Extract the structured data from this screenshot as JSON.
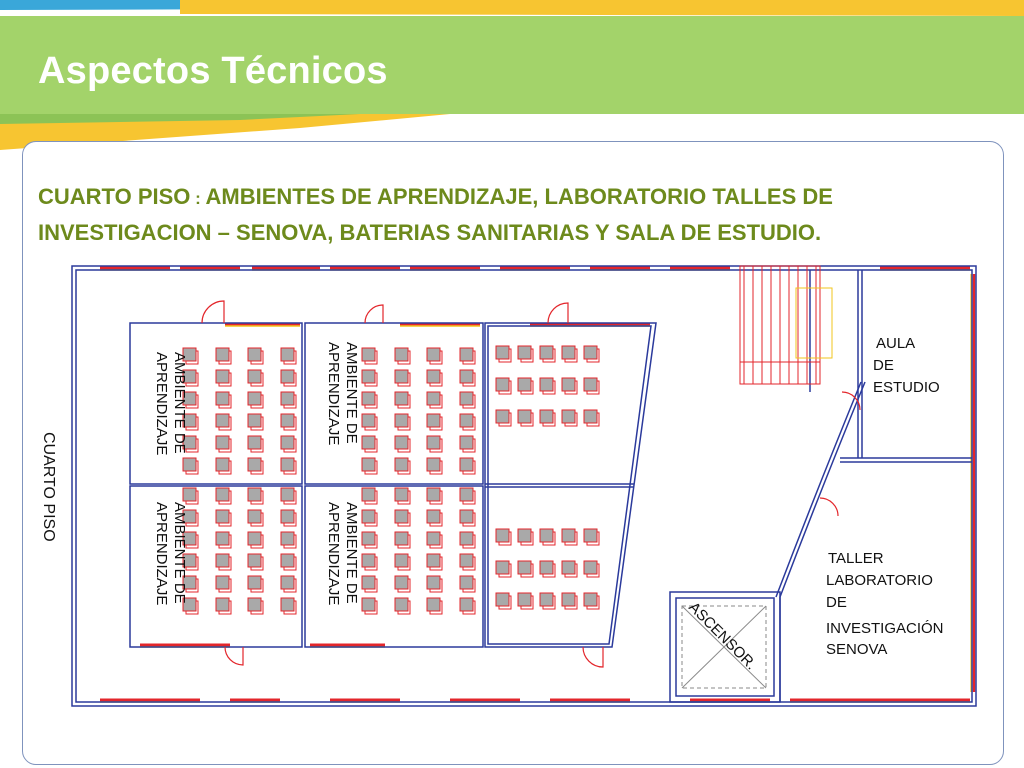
{
  "slide": {
    "title": "Aspectos Técnicos",
    "subtitle_lead": "CUARTO PISO",
    "subtitle_sep": " : ",
    "subtitle_rest": "AMBIENTES DE APRENDIZAJE, LABORATORIO TALLES DE INVESTIGACION – SENOVA, BATERIAS SANITARIAS Y SALA DE ESTUDIO."
  },
  "floor_plan": {
    "floor_label": "CUARTO PISO",
    "classroom_label_line1": "AMBIENTE DE",
    "classroom_label_line2": "APRENDIZAJE",
    "study_room": [
      "AULA",
      "DE",
      "ESTUDIO"
    ],
    "lab": [
      "TALLER",
      "LABORATORIO",
      "DE",
      "INVESTIGACIÓN",
      "SENOVA"
    ],
    "elevator": "ASCENSOR."
  },
  "colors": {
    "banner_green": "#a3d36a",
    "banner_yellow": "#f7c531",
    "banner_blue": "#3aa7d9",
    "subtitle_text": "#6d8a1c",
    "wall_blue": "#2b3a9c",
    "window_red": "#e3262b",
    "window_yellow": "#f2c51c",
    "desk_gray": "#a9a9a9"
  }
}
